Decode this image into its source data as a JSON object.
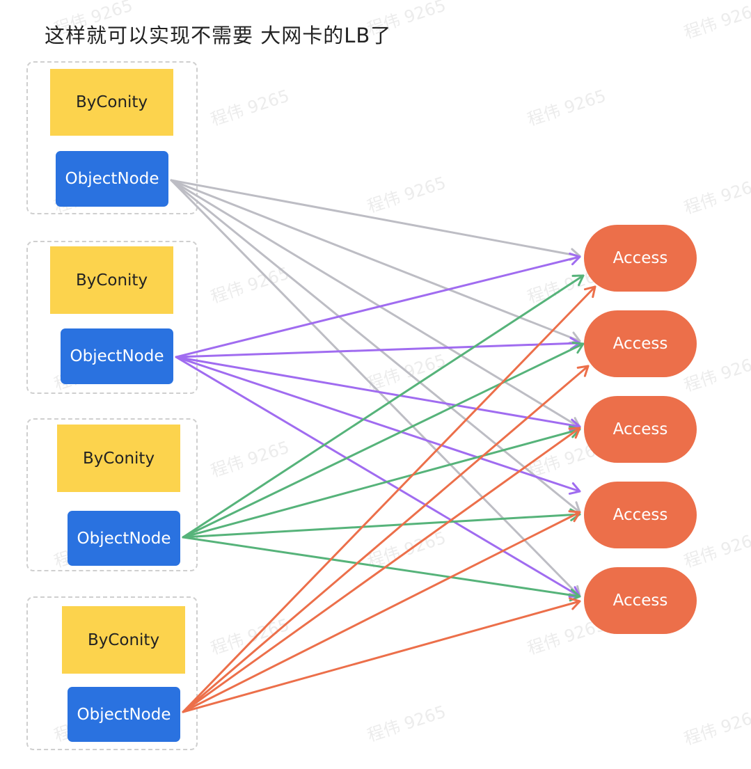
{
  "title": "这样就可以实现不需要 大网卡的LB了",
  "watermark": "程伟 9265",
  "colors": {
    "byconity": "#FCD34D",
    "object_node": "#2A72E0",
    "access": "#EC6F4A",
    "group_border": "#cfcfcf",
    "links": [
      "#BDBDC4",
      "#A06CF0",
      "#56B37A",
      "#EC6F4A"
    ]
  },
  "groups": [
    {
      "byconity_label": "ByConity",
      "object_node_label": "ObjectNode"
    },
    {
      "byconity_label": "ByConity",
      "object_node_label": "ObjectNode"
    },
    {
      "byconity_label": "ByConity",
      "object_node_label": "ObjectNode"
    },
    {
      "byconity_label": "ByConity",
      "object_node_label": "ObjectNode"
    }
  ],
  "access_nodes": [
    {
      "label": "Access"
    },
    {
      "label": "Access"
    },
    {
      "label": "Access"
    },
    {
      "label": "Access"
    },
    {
      "label": "Access"
    }
  ]
}
